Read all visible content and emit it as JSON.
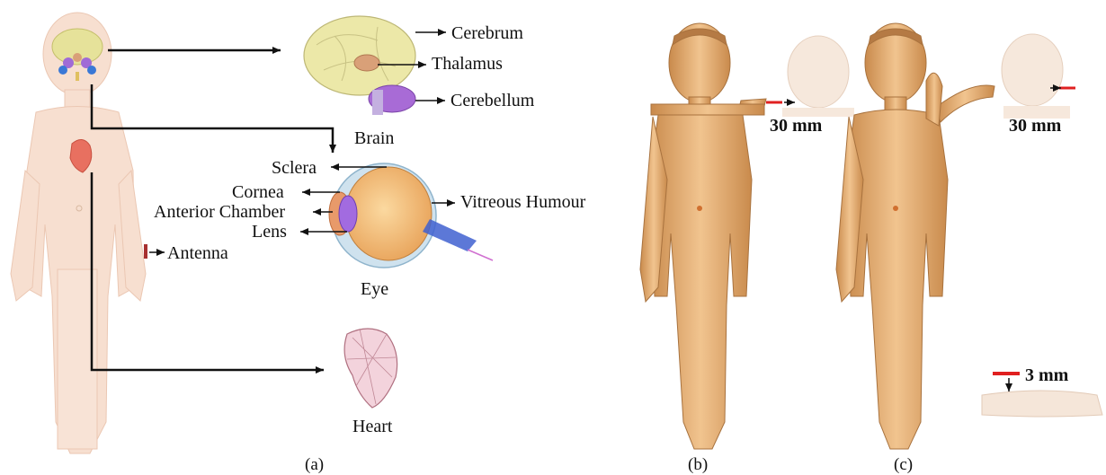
{
  "panel_a": {
    "labels": {
      "cerebrum": "Cerebrum",
      "thalamus": "Thalamus",
      "cerebellum": "Cerebellum",
      "brain": "Brain",
      "sclera": "Sclera",
      "cornea": "Cornea",
      "anterior_chamber": "Anterior Chamber",
      "lens": "Lens",
      "vitreous_humour": "Vitreous Humour",
      "eye": "Eye",
      "antenna": "Antenna",
      "heart": "Heart"
    },
    "caption": "(a)"
  },
  "panel_b": {
    "distance": "30 mm",
    "caption": "(b)"
  },
  "panel_c": {
    "distance": "30 mm",
    "wrist_distance": "3 mm",
    "caption": "(c)"
  },
  "colors": {
    "body_translucent": "#f6d9c6",
    "body_gold": "#e8b27a",
    "brain": "#e8e4a0",
    "thalamus": "#d9a078",
    "cerebellum": "#a86bd6",
    "heart": "#e87060",
    "antenna": "#d01010"
  }
}
